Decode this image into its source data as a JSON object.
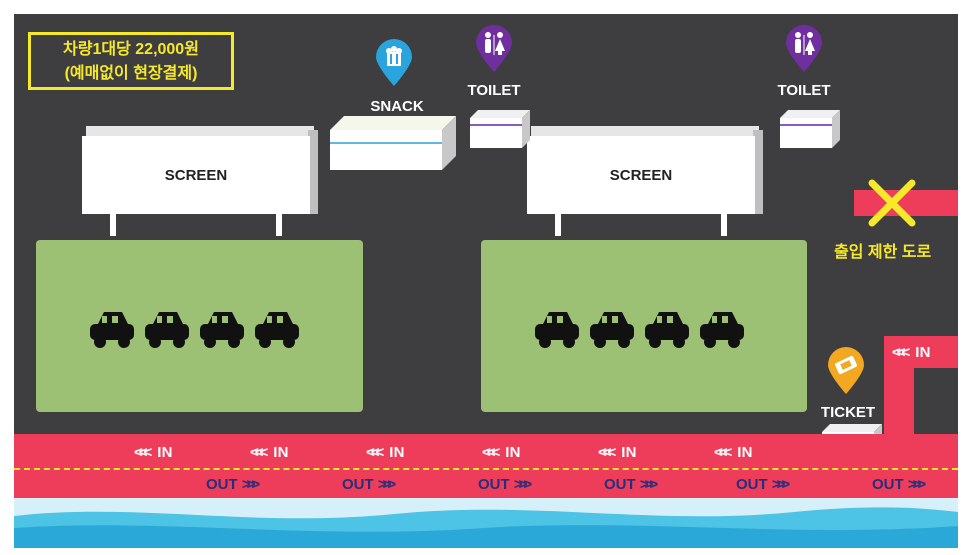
{
  "price": {
    "line1": "차량1대당 22,000원",
    "line2": "(예매없이 현장결제)"
  },
  "screens": [
    {
      "label": "SCREEN"
    },
    {
      "label": "SCREEN"
    }
  ],
  "facilities": {
    "snack": {
      "label": "SNACK",
      "icon": "popcorn-icon"
    },
    "toilet1": {
      "label": "TOILET",
      "icon": "restroom-icon"
    },
    "toilet2": {
      "label": "TOILET",
      "icon": "restroom-icon"
    },
    "ticket": {
      "label": "TICKET",
      "icon": "ticket-icon"
    }
  },
  "restricted": {
    "label": "출입 제한 도로"
  },
  "road": {
    "in_label": "IN",
    "out_label": "OUT",
    "in_chevrons": "<<<",
    "out_chevrons": ">>>"
  },
  "colors": {
    "background": "#3e3d3f",
    "road": "#ee3d5a",
    "field": "#9cc175",
    "accent_yellow": "#f6e92a",
    "out_text": "#272f7d",
    "water": "#4dc3e6",
    "pin_snack": "#2aa4dc",
    "pin_toilet": "#6f2f9f",
    "pin_ticket": "#f2a820"
  }
}
